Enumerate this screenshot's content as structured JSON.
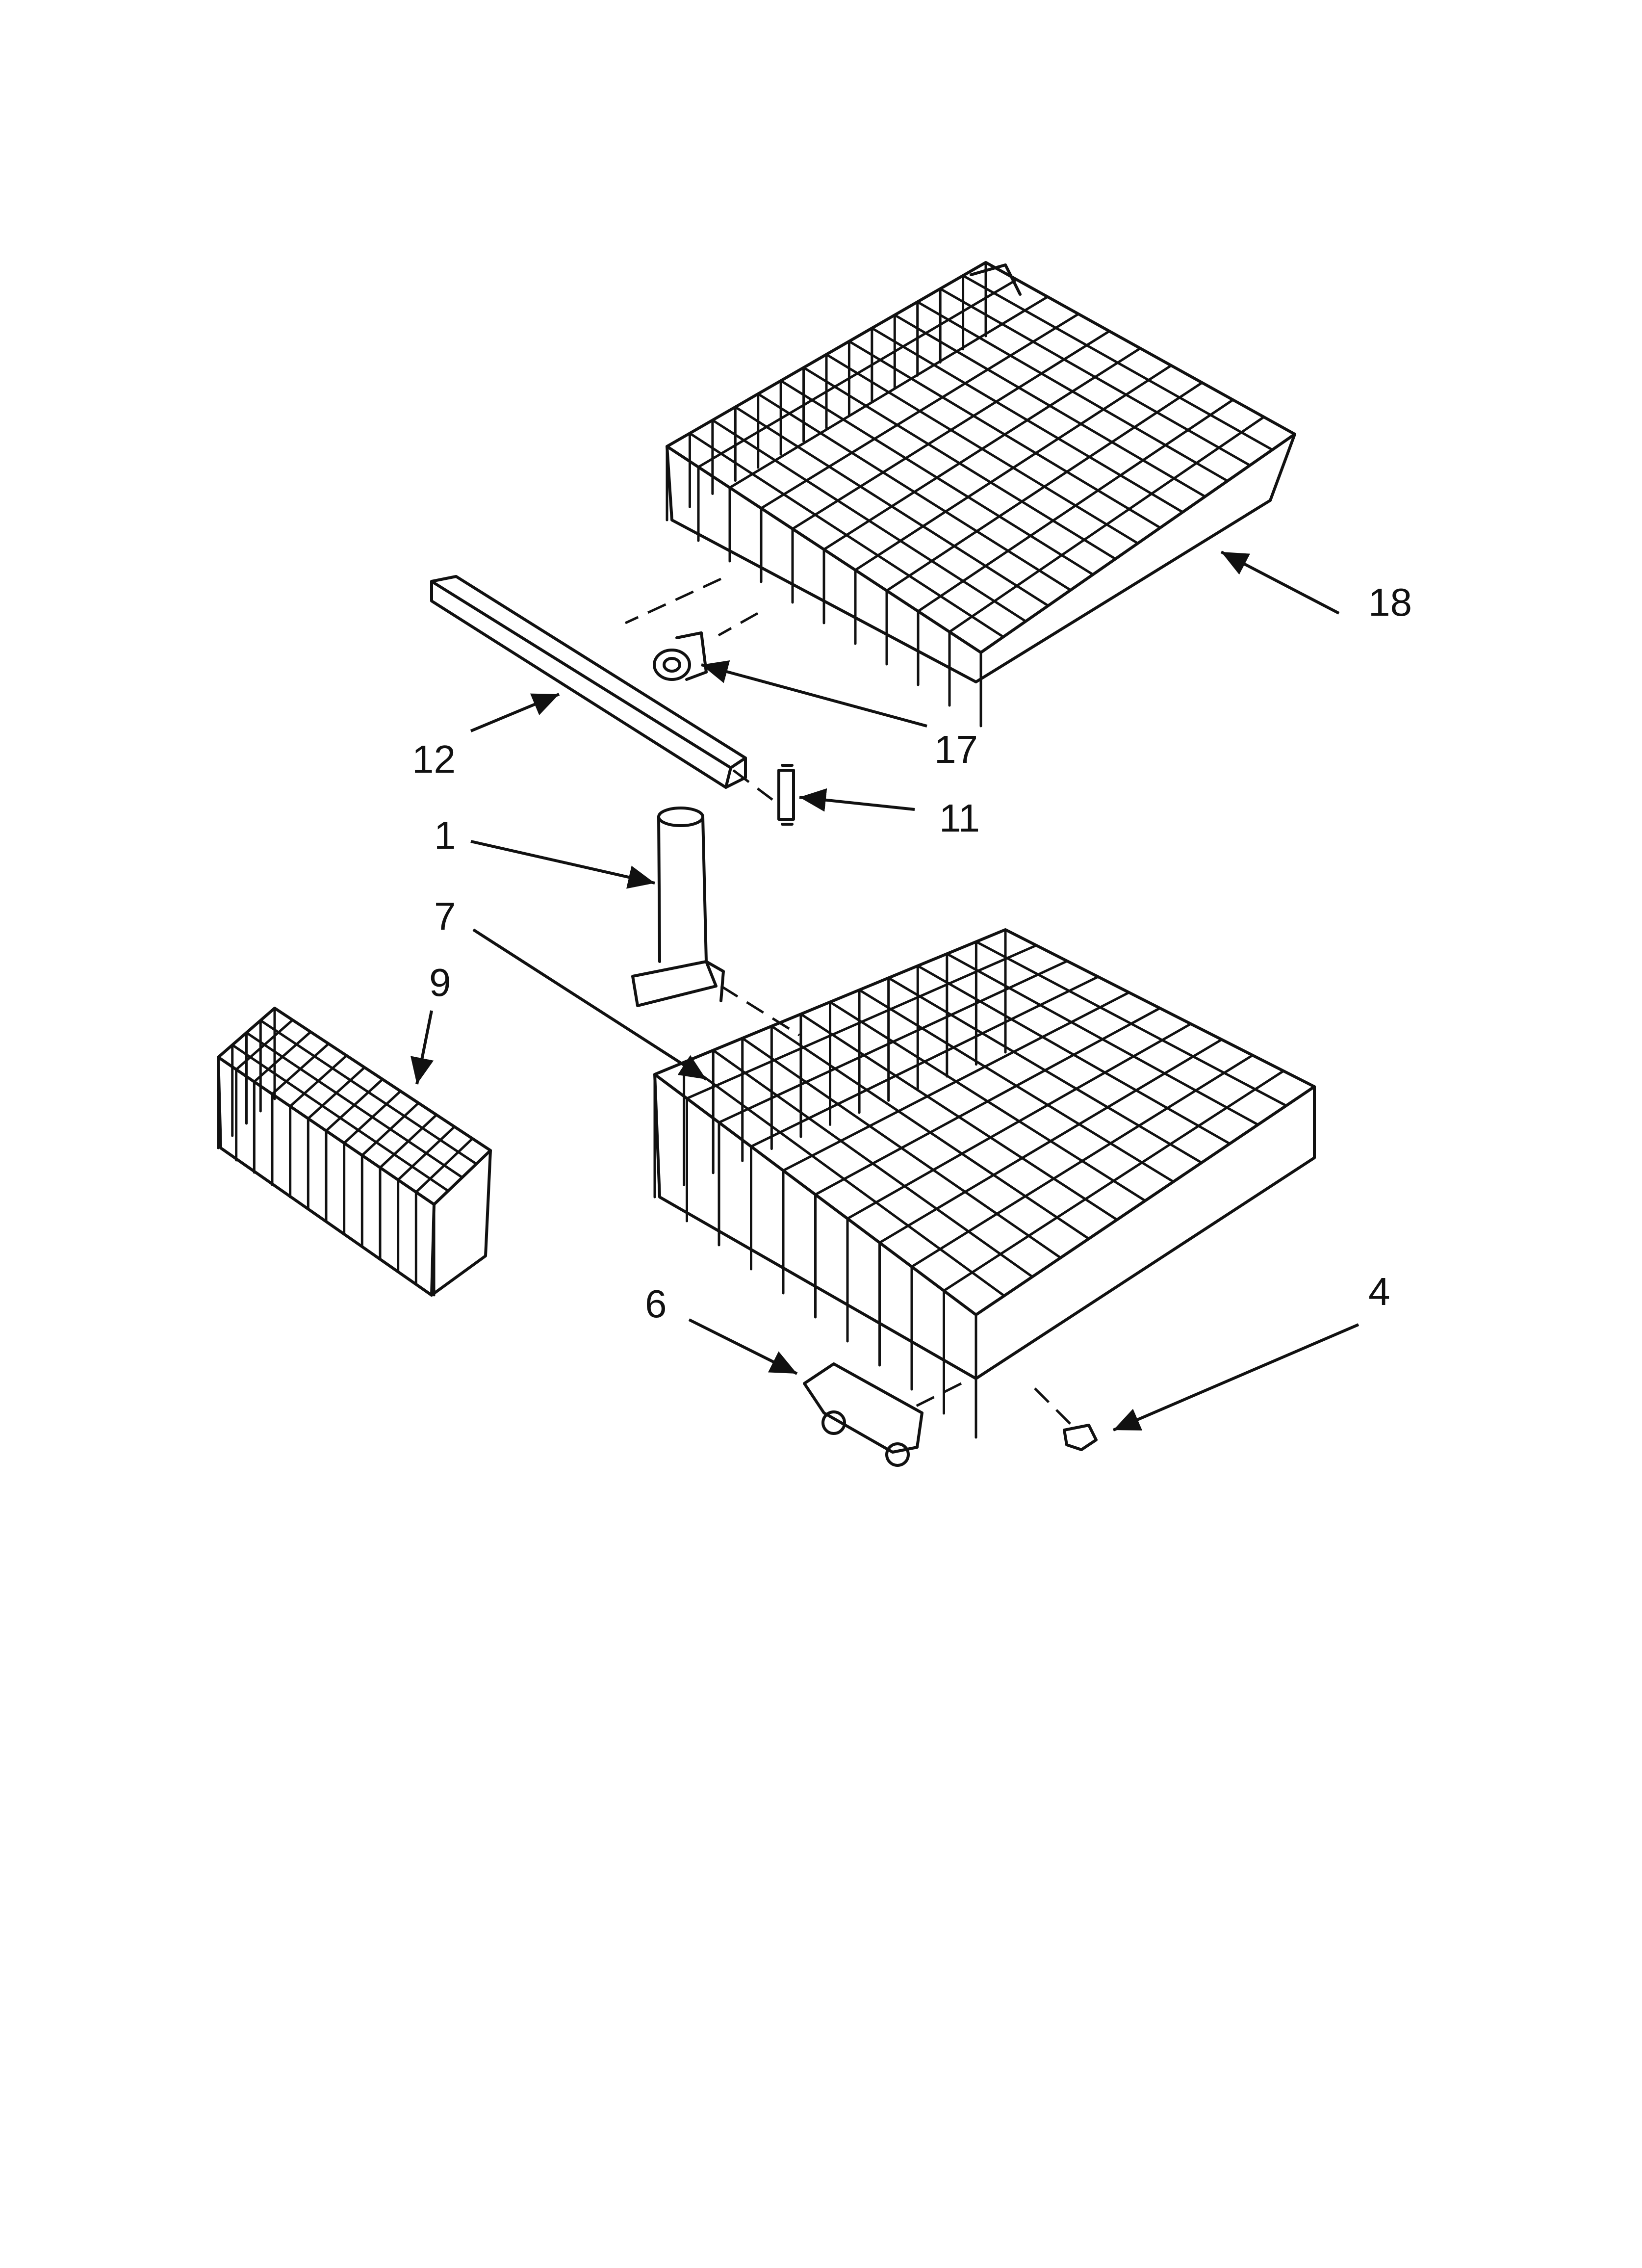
{
  "callouts": {
    "p1": "1",
    "p4": "4",
    "p6": "6",
    "p7": "7",
    "p9": "9",
    "p11": "11",
    "p12": "12",
    "p17": "17",
    "p18": "18"
  }
}
